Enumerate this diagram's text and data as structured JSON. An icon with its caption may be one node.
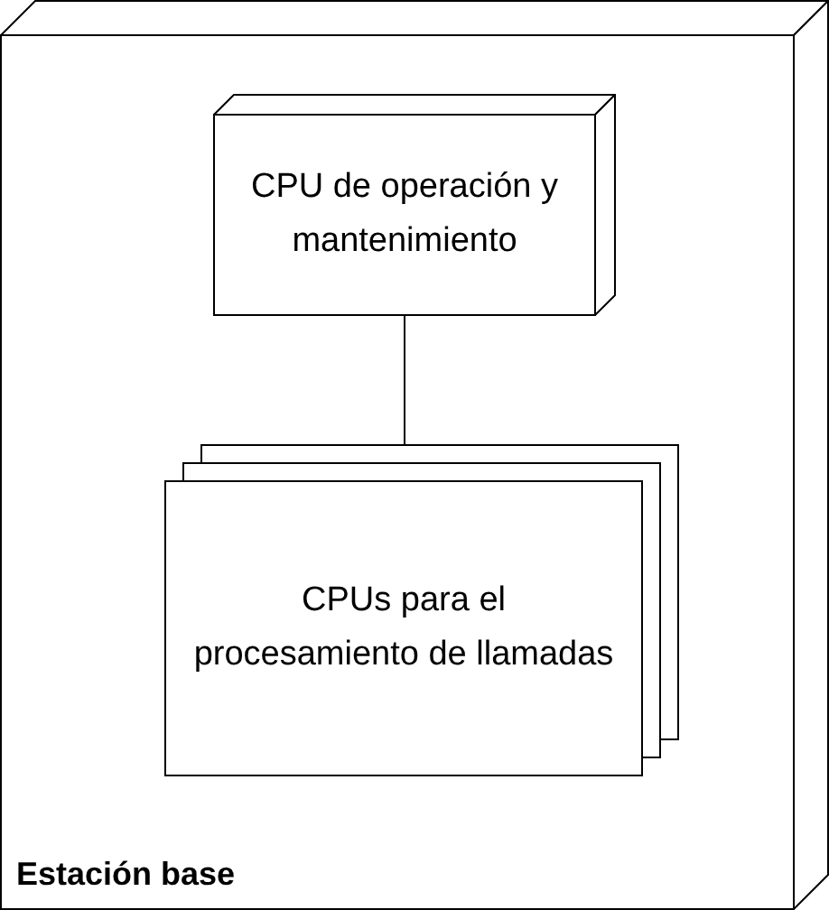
{
  "diagram": {
    "nodes": [
      {
        "text": [
          "Estación base"
        ]
      },
      {
        "text": [
          "CPU de operación y mantenimiento"
        ],
        "in": 0
      },
      {
        "text": [
          "CPUs para el procesamiento de llamadas"
        ],
        "in": 0
      }
    ],
    "edges": [
      {
        "from": 1,
        "to": 2,
        "arrow": "none"
      }
    ]
  }
}
